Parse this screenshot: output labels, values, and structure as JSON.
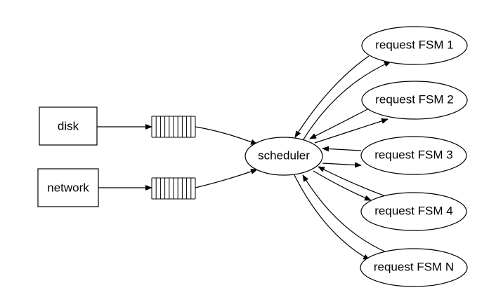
{
  "nodes": {
    "disk": "disk",
    "network": "network",
    "scheduler": "scheduler",
    "fsm": [
      "request FSM 1",
      "request FSM 2",
      "request FSM 3",
      "request FSM 4",
      "request FSM N"
    ]
  },
  "colors": {
    "stroke": "#000000",
    "fill": "#ffffff"
  }
}
